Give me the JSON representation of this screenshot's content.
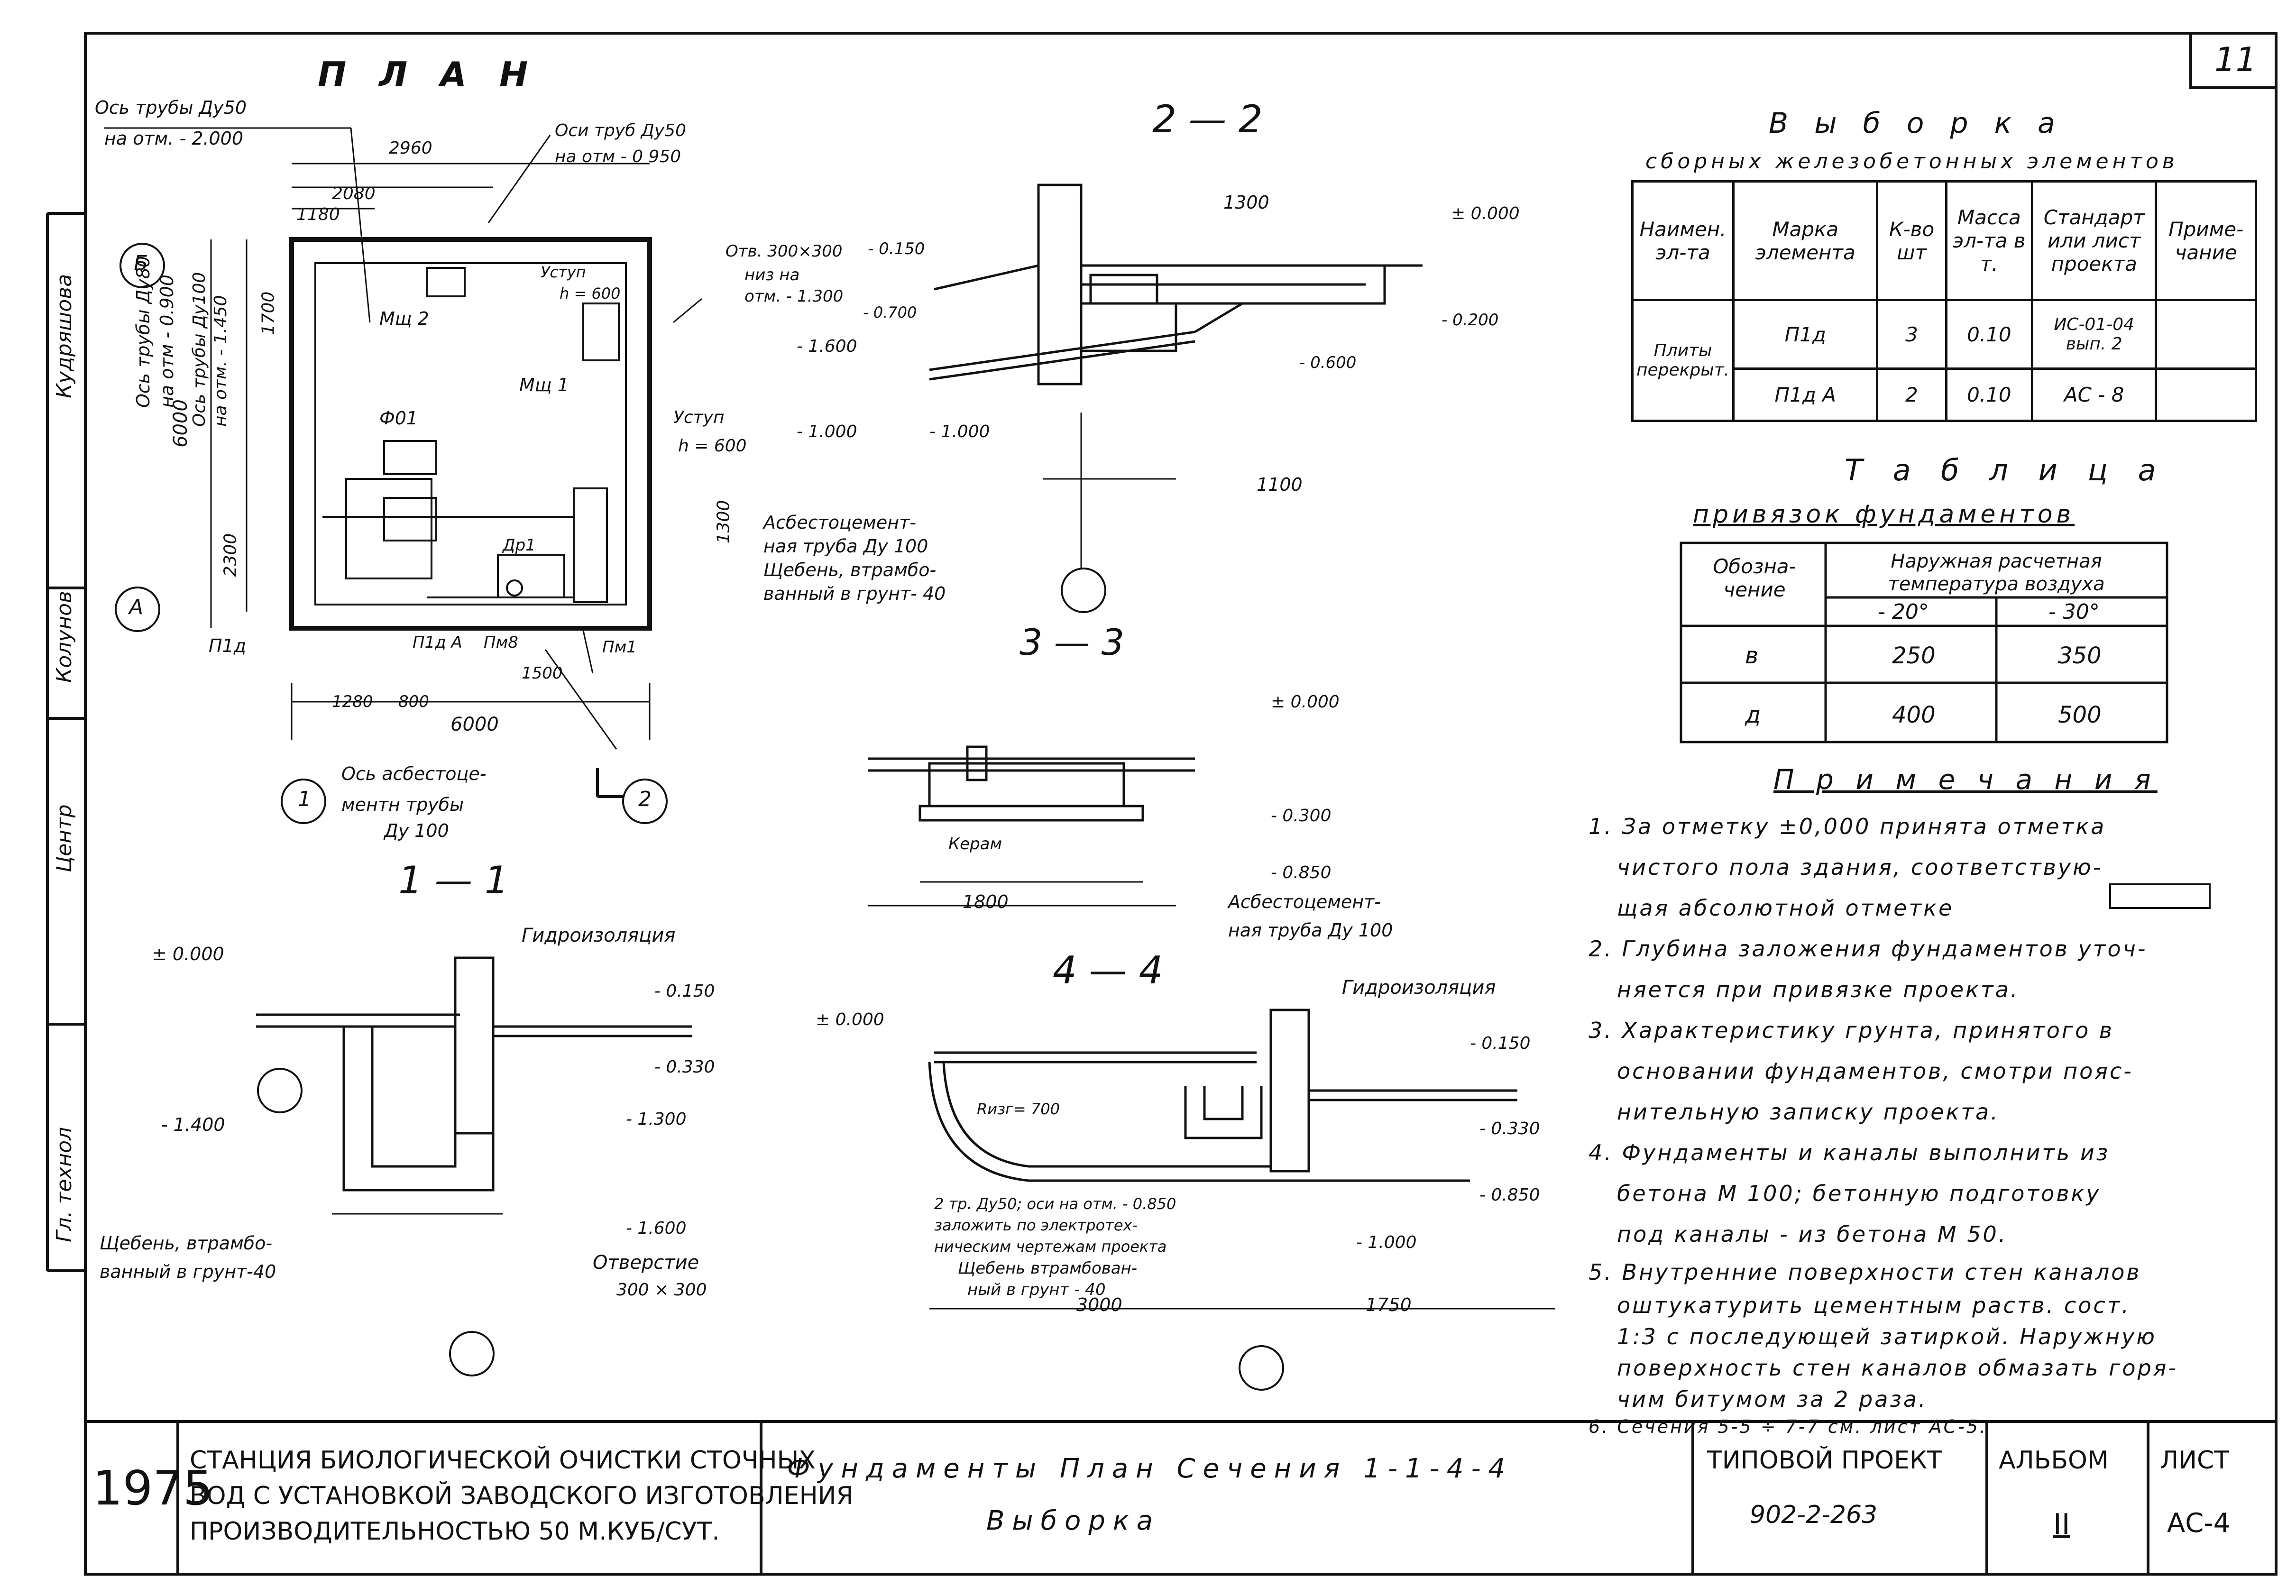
{
  "sheet": {
    "number_corner": "11",
    "plan_title": "П Л А Н",
    "section_2_2": "2 — 2",
    "section_3_3": "3 — 3",
    "section_1_1": "1 — 1",
    "section_4_4": "4 — 4"
  },
  "plan_labels": {
    "pipe_axis_50": "Ось трубы Ду50",
    "pipe_axis_50_mark": "на отм. - 2.000",
    "pipe_axes_50": "Оси труб Ду50",
    "pipe_axes_50_mark": "на отм - 0 950",
    "opening": "Отв. 300×300",
    "opening_bottom": "низ на",
    "opening_mark": "отм. - 1.300",
    "pipe_100": "Ось трубы Ду100",
    "pipe_100_mark": "на отм. - 1.450",
    "pipe_80": "Ось трубы Ду80",
    "pipe_80_mark": "на отм - 0.900",
    "ledge_1": "Уступ",
    "ledge_1_h": "h = 600",
    "ledge_2": "Уступ",
    "ledge_2_h": "h = 600",
    "asbestos_axis": "Ось асбестоце-",
    "asbestos_axis_2": "ментн трубы",
    "asbestos_axis_3": "Ду 100",
    "dim_6000_bottom": "6000",
    "dim_6000_left": "6000",
    "dim_2960": "2960",
    "dim_2080": "2080",
    "dim_1180": "1180",
    "dim_1700": "1700",
    "dim_2300": "2300",
    "dim_1300": "1300",
    "dim_1500": "1500",
    "dim_800": "800",
    "dim_1280": "1280",
    "mark_b": "Б",
    "mark_a": "А",
    "mark_1": "1",
    "mark_2": "2",
    "el_msh2": "Мщ 2",
    "el_msh1": "Мщ 1",
    "el_f01": "Ф01",
    "el_dr1": "Др1",
    "el_p1d": "П1д",
    "el_p1da": "П1д А",
    "el_pm8": "Пм8",
    "el_pm1": "Пм1"
  },
  "section_labels": {
    "asbestos_pipe": "Асбестоцемент-",
    "asbestos_pipe_2": "ная труба Ду 100",
    "gravel": "Щебень, втрамбо-",
    "gravel_2": "ванный в грунт- 40",
    "waterproofing": "Гидроизоляция",
    "waterproofing_2": "Гидроизоляция",
    "opening": "Отверстие",
    "opening_size": "300 × 300",
    "gravel_11": "Щебень, втрамбо-",
    "gravel_11_2": "ванный в грунт-40",
    "asbestos_33": "Асбестоцемент-",
    "asbestos_33_2": "ная труба Ду 100",
    "keram": "Керам",
    "pipes_44": "2 тр. Ду50; оси на отм. - 0.850",
    "pipes_44_2": "заложить по электротех-",
    "pipes_44_3": "ническим чертежам проекта",
    "gravel_44": "Щебень втрамбован-",
    "gravel_44_2": "ный  в грунт - 40",
    "radius": "Rизг= 700",
    "m_0000": "± 0.000",
    "m_0150": "- 0.150",
    "m_0200": "- 0.200",
    "m_0600": "- 0.600",
    "m_0700": "- 0.700",
    "m_1000": "- 1.000",
    "m_1600": "- 1.600",
    "m_1400": "- 1.400",
    "m_0330": "- 0.330",
    "m_1300": "- 1.300",
    "m_0300": "- 0.300",
    "m_0850": "- 0.850",
    "dim_1800": "1800",
    "dim_3000": "3000",
    "dim_1750": "1750",
    "dim_1100": "1100",
    "dim_1300_22": "1300"
  },
  "selection_table": {
    "title": "В ы б о р к а",
    "subtitle": "сборных железобетонных элементов",
    "headers": [
      "Наимен. эл-та",
      "Марка элемента",
      "К-во шт",
      "Масса эл-та в т.",
      "Стандарт или лист проекта",
      "Приме-чание"
    ],
    "group": "Плиты перекрыт.",
    "rows": [
      {
        "mark": "П1д",
        "qty": "3",
        "mass": "0.10",
        "std": "ИС-01-04 вып. 2",
        "note": ""
      },
      {
        "mark": "П1д А",
        "qty": "2",
        "mass": "0.10",
        "std": "АС - 8",
        "note": ""
      }
    ]
  },
  "foundation_table": {
    "title": "Т а б л и ц а",
    "subtitle": "привязок фундаментов",
    "col1": "Обозна-чение",
    "col2": "Наружная расчетная температура воздуха",
    "t1": "- 20°",
    "t2": "- 30°",
    "rows": [
      {
        "name": "в",
        "v1": "250",
        "v2": "350"
      },
      {
        "name": "д",
        "v1": "400",
        "v2": "500"
      }
    ]
  },
  "notes": {
    "title": "П р и м е ч а н и я",
    "lines": [
      "1. За отметку ±0,000 принята отметка",
      "чистого пола здания, соответствую-",
      "щая абсолютной отметке",
      "2. Глубина заложения фундаментов уточ-",
      "няется при привязке проекта.",
      "3. Характеристику грунта, принятого в",
      "основании фундаментов, смотри пояс-",
      "нительную записку проекта.",
      "4. Фундаменты и каналы выполнить из",
      "бетона М 100; бетонную подготовку",
      "под каналы - из бетона М 50.",
      "5. Внутренние поверхности стен каналов",
      "оштукатурить цементным раств. сост.",
      "1:3 с последующей затиркой. Наружную",
      "поверхность стен каналов обмазать горя-",
      "чим битумом за 2 раза.",
      "6. Сечения 5-5 ÷ 7-7 см. лист АС-5."
    ]
  },
  "side_stamp": {
    "s1": "Кудряшова",
    "s2": "Колунов",
    "s3": "Центр",
    "s4": "Гл. технол"
  },
  "title_block": {
    "year": "1975",
    "org_line1": "СТАНЦИЯ БИОЛОГИЧЕСКОЙ ОЧИСТКИ СТОЧНЫХ",
    "org_line2": "ВОД С УСТАНОВКОЙ ЗАВОДСКОГО ИЗГОТОВЛЕНИЯ",
    "org_line3": "ПРОИЗВОДИТЕЛЬНОСТЬЮ 50 М.КУБ/СУТ.",
    "sheet_title1": "Фундаменты План Сечения 1-1-4-4",
    "sheet_title2": "Выборка",
    "project_label": "ТИПОВОЙ ПРОЕКТ",
    "project_no": "902-2-263",
    "album_label": "АЛЬБОМ",
    "album_no": "II",
    "sheet_label": "ЛИСТ",
    "sheet_no": "АС-4"
  }
}
